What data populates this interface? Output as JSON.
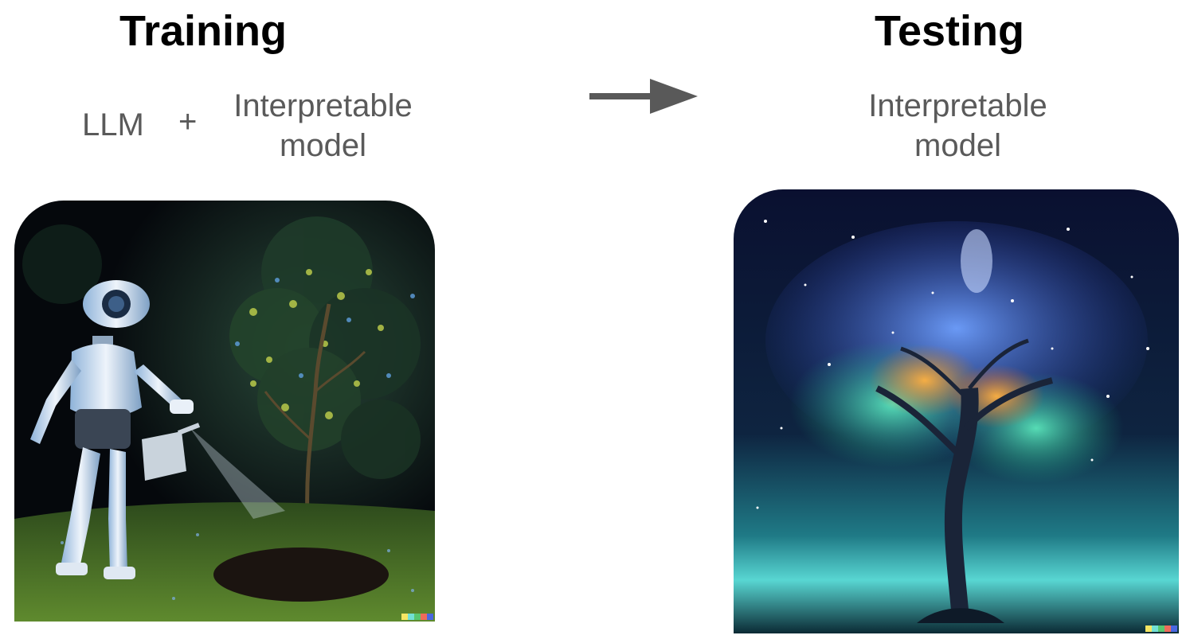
{
  "training": {
    "title": "Training",
    "left_label": "LLM",
    "operator": "+",
    "right_label_line1": "Interpretable",
    "right_label_line2": "model"
  },
  "testing": {
    "title": "Testing",
    "label_line1": "Interpretable",
    "label_line2": "model"
  },
  "arrow": {
    "icon": "right-arrow-icon",
    "color": "#595959"
  },
  "images": {
    "training": "robot-watering-tree-illustration",
    "testing": "glowing-tree-night-illustration"
  },
  "colors": {
    "title": "#000000",
    "label": "#5a5a5a",
    "stamp": [
      "#f5e663",
      "#72e0d4",
      "#58c66f",
      "#ef6b5a",
      "#4a67e0"
    ]
  }
}
